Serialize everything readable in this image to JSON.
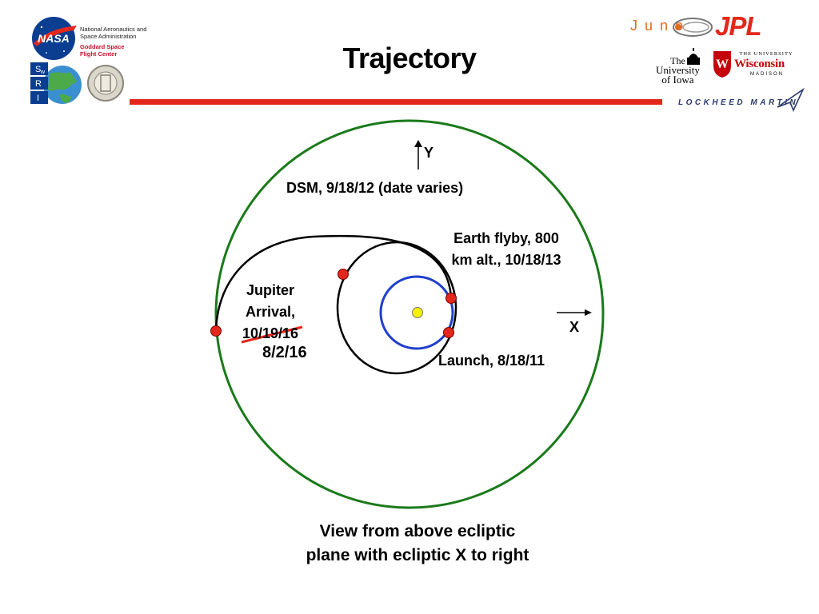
{
  "slide": {
    "title": "Trajectory",
    "caption_line1": "View from above ecliptic",
    "caption_line2": "plane with ecliptic X to right"
  },
  "logos": {
    "nasa_badge": "NASA",
    "nasa_line1": "National Aeronautics and",
    "nasa_line2": "Space Administration",
    "goddard_line1": "Goddard Space",
    "goddard_line2": "Flight Center",
    "swri": [
      "S",
      "w",
      "R",
      "I"
    ],
    "juno": "Juno",
    "jpl": "JPL",
    "uiowa_line1": "The",
    "uiowa_line2": "University",
    "uiowa_line3": "of Iowa",
    "uwisc_top": "THE UNIVERSITY",
    "uwisc_name": "Wisconsin",
    "uwisc_bottom": "MADISON",
    "uwisc_crest_letter": "W",
    "lockheed": "LOCKHEED MARTIN"
  },
  "diagram": {
    "axis_y": "Y",
    "axis_x": "X",
    "dsm": "DSM, 9/18/12 (date varies)",
    "earth_flyby_line1": "Earth flyby, 800",
    "earth_flyby_line2": "km alt., 10/18/13",
    "jupiter_line1": "Jupiter",
    "jupiter_line2": "Arrival,",
    "jupiter_old_date": "10/19/16",
    "jupiter_new_date": "8/2/16",
    "launch": "Launch, 8/18/11",
    "colors": {
      "jupiter_orbit": "#1a7a1a",
      "earth_orbit": "#1f3fcc",
      "trajectory": "#000000",
      "event_marker": "#e3281b",
      "sun": "#f5f000",
      "strike": "#e3281b"
    }
  }
}
